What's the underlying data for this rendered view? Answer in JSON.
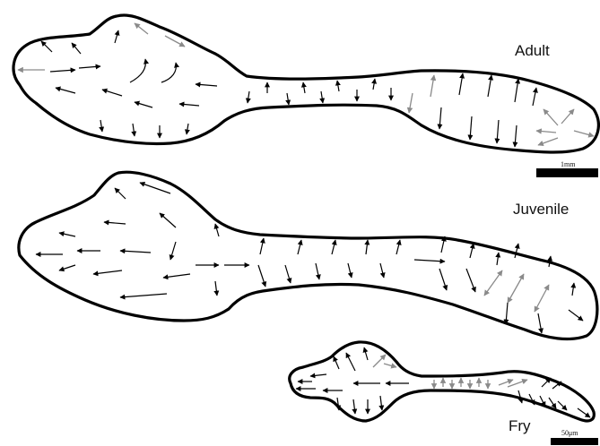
{
  "panels": [
    {
      "label": "Adult",
      "scale_bar_label": "1mm"
    },
    {
      "label": "Juvenile"
    },
    {
      "label": "Fry",
      "scale_bar_label": "50μm"
    }
  ],
  "colors": {
    "outline": "#000000",
    "arrow_black": "#000000",
    "arrow_grey": "#8a8a8a",
    "background": "#ffffff"
  }
}
